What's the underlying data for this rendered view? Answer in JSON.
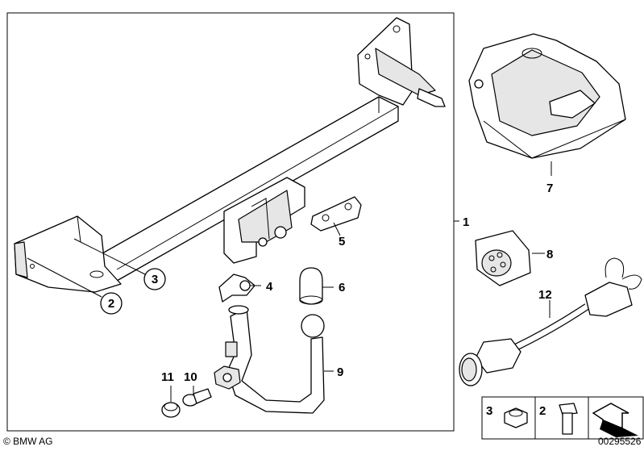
{
  "copyright": "© BMW AG",
  "diagram_number": "00295526",
  "callouts": {
    "c1": "1",
    "c2": "2",
    "c3": "3",
    "c4": "4",
    "c5": "5",
    "c6": "6",
    "c7": "7",
    "c8": "8",
    "c9": "9",
    "c10": "10",
    "c11": "11",
    "c12": "12"
  },
  "legend": {
    "nut_number": "3",
    "bolt_number": "2"
  }
}
